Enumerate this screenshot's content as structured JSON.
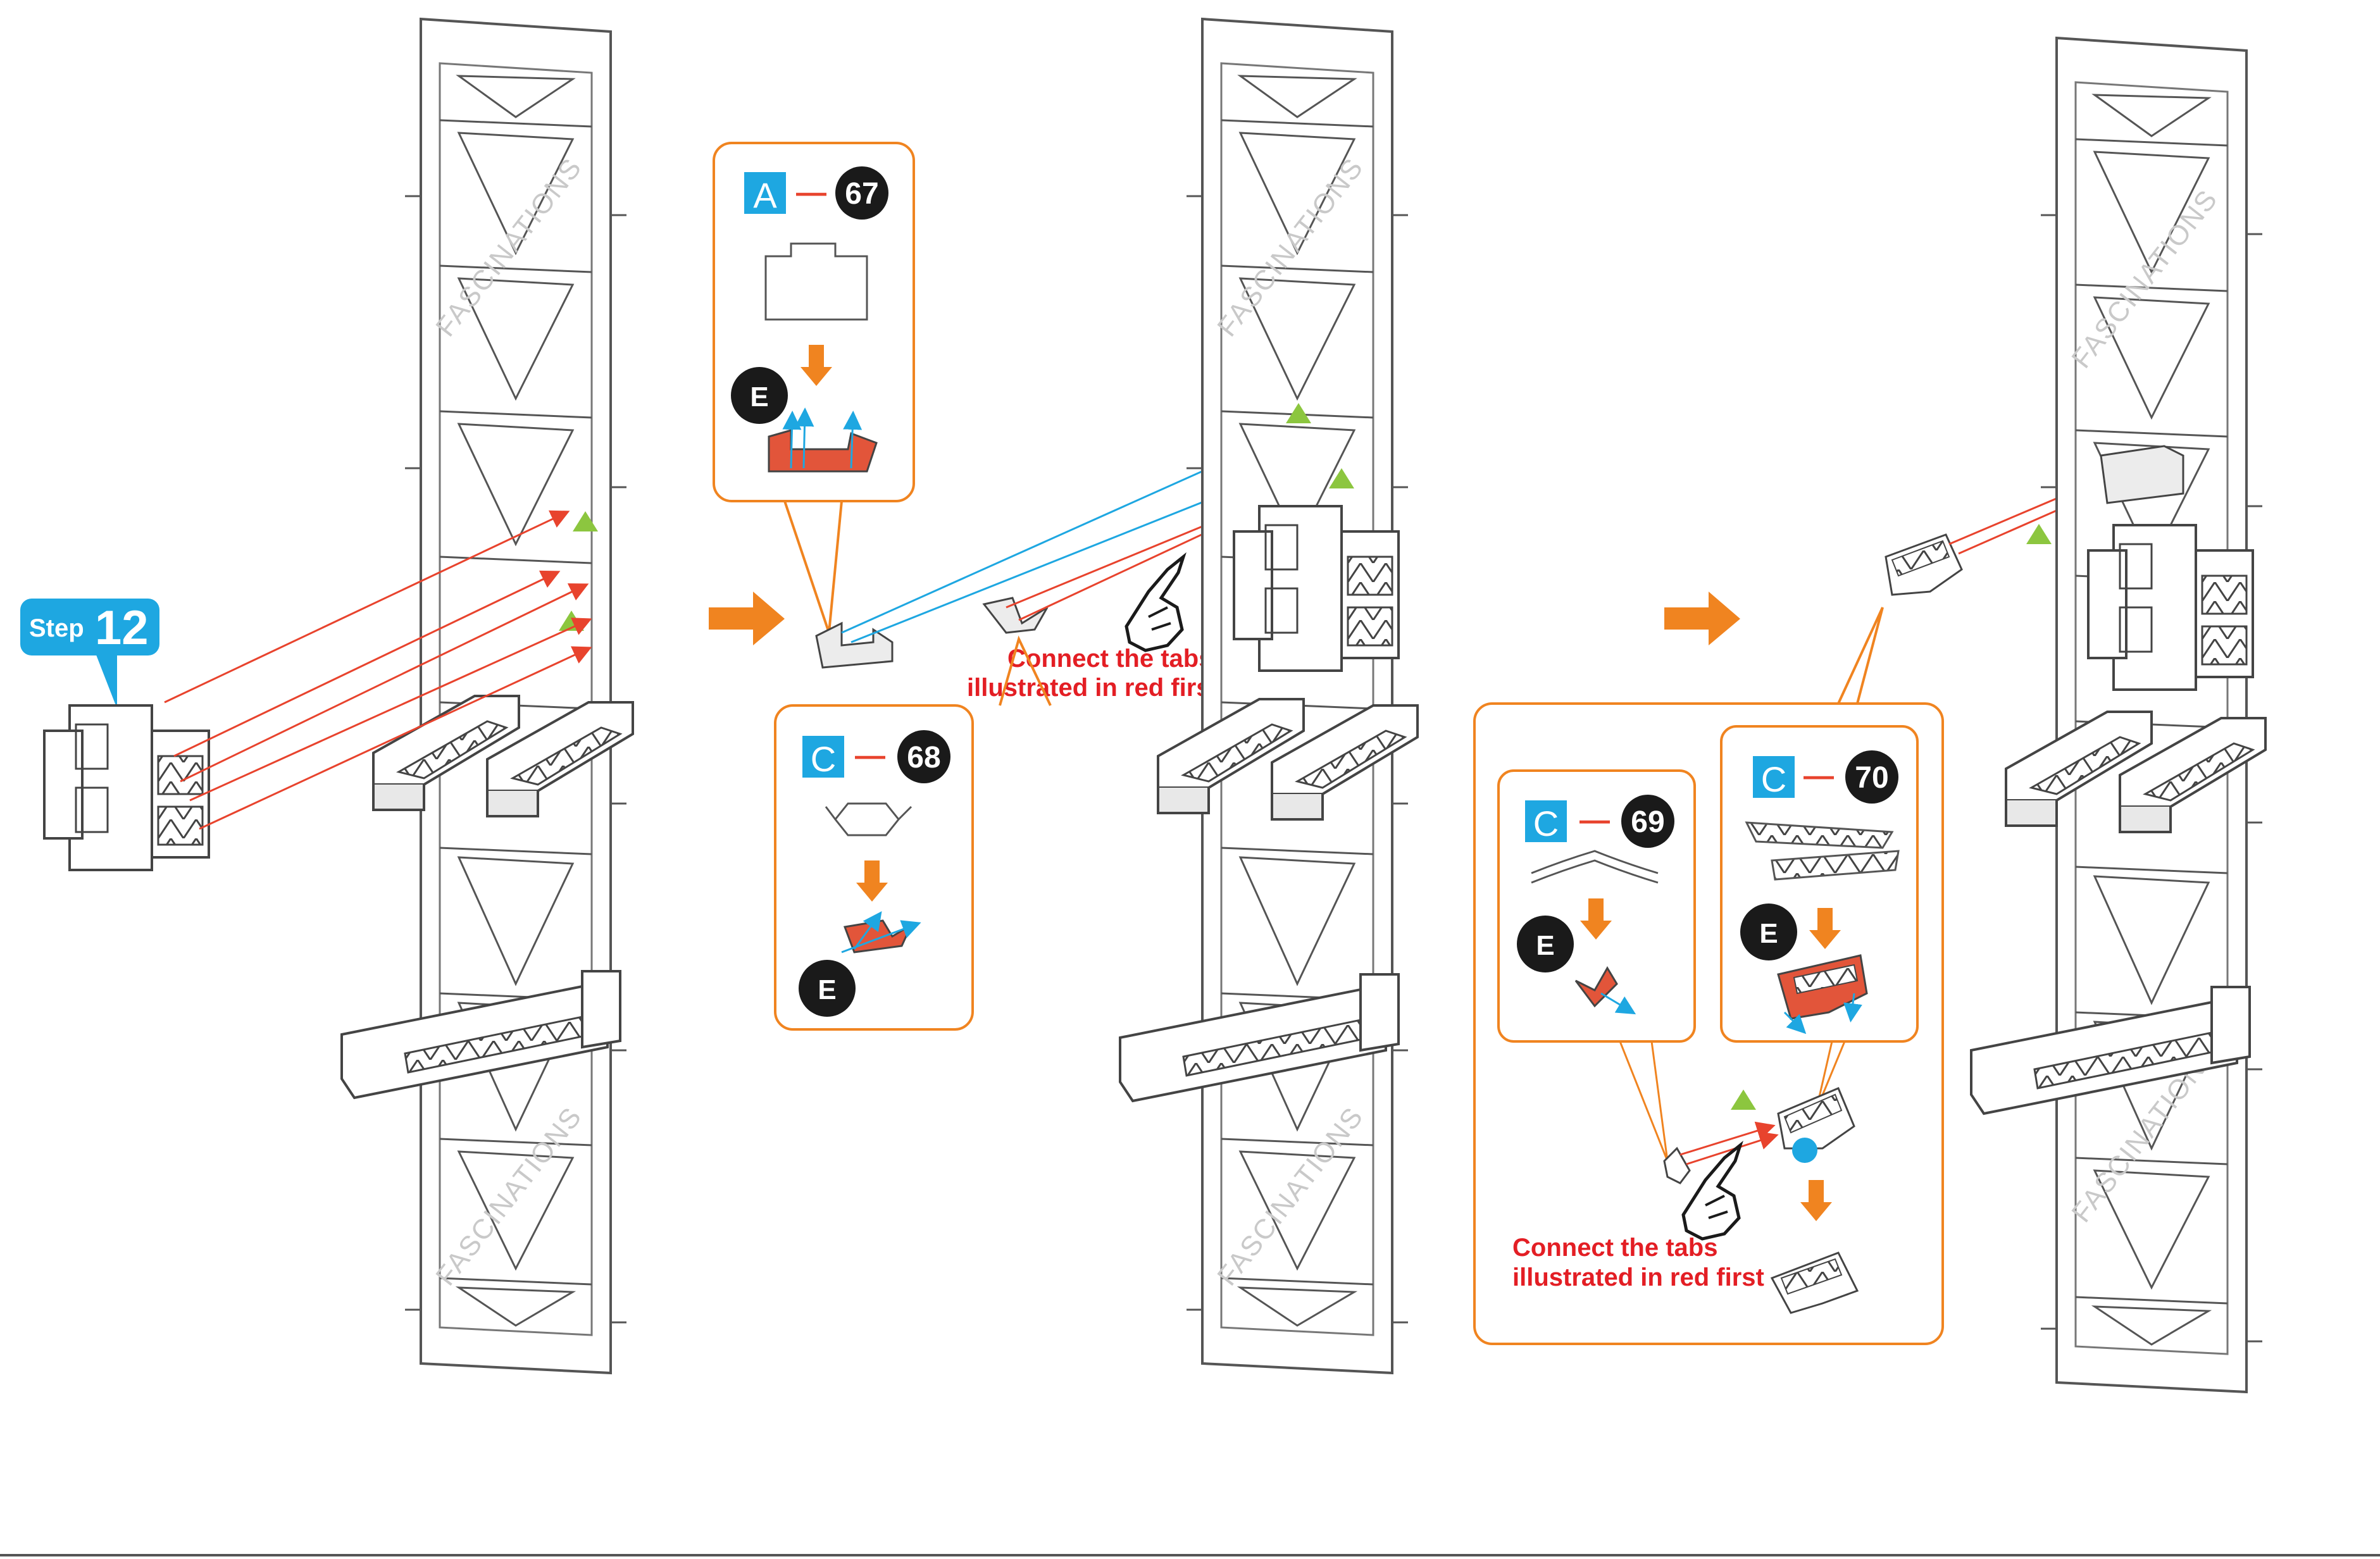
{
  "step": {
    "word": "Step",
    "number": "12"
  },
  "watermark": "FASCINATIONS",
  "note_red_first": {
    "line1": "Connect the tabs",
    "line2": "illustrated in red first"
  },
  "callouts": [
    {
      "sheet": "A",
      "dash": "—",
      "part": "67",
      "badge": "E"
    },
    {
      "sheet": "C",
      "dash": "—",
      "part": "68",
      "badge": "E"
    },
    {
      "sheet": "C",
      "dash": "—",
      "part": "69",
      "badge": "E"
    },
    {
      "sheet": "C",
      "dash": "—",
      "part": "70",
      "badge": "E"
    }
  ],
  "colors": {
    "accent_blue": "#1ea7e1",
    "arrow_orange": "#f08420",
    "guide_red": "#e8432d",
    "guide_blue": "#1ea7e1",
    "marker_green": "#8cc63f",
    "tab_red": "#e2553a",
    "line_gray": "#555555"
  }
}
